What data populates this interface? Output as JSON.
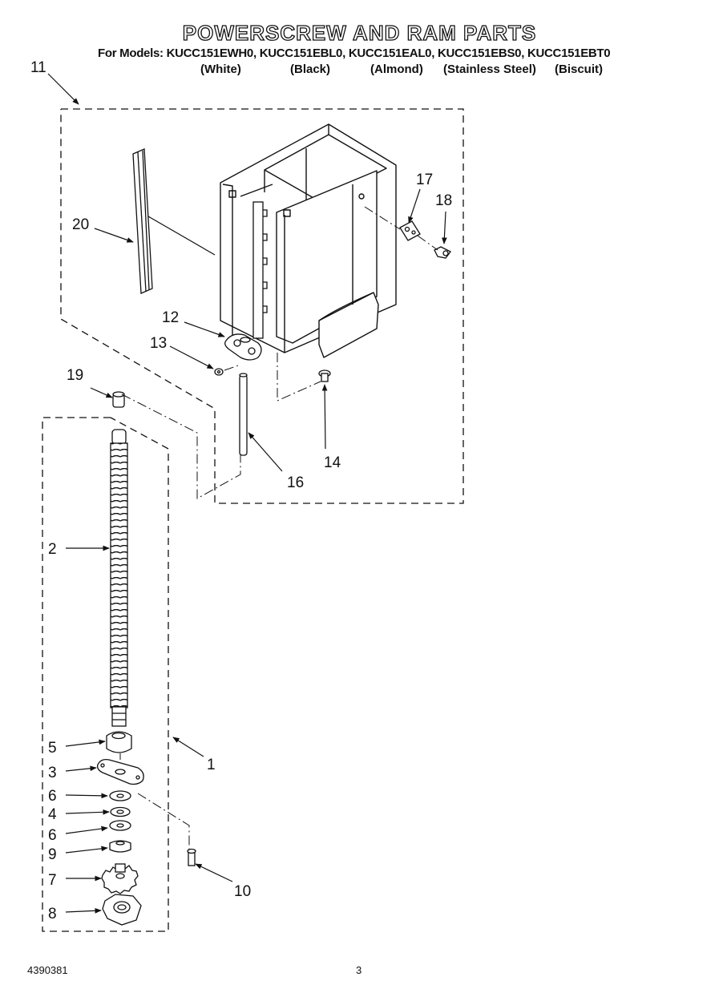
{
  "header": {
    "title": "POWERSCREW AND RAM PARTS",
    "models_line": "For Models: KUCC151EWH0, KUCC151EBL0, KUCC151EAL0, KUCC151EBS0, KUCC151EBT0",
    "colors": [
      "(White)",
      "(Black)",
      "(Almond)",
      "(Stainless Steel)",
      "(Biscuit)"
    ]
  },
  "callouts": {
    "c1": "1",
    "c2": "2",
    "c3": "3",
    "c4": "4",
    "c5": "5",
    "c6a": "6",
    "c6b": "6",
    "c7": "7",
    "c8": "8",
    "c9": "9",
    "c10": "10",
    "c11": "11",
    "c12": "12",
    "c13": "13",
    "c14": "14",
    "c16": "16",
    "c17": "17",
    "c18": "18",
    "c19": "19",
    "c20": "20"
  },
  "footer": {
    "doc_number": "4390381",
    "page_number": "3"
  }
}
